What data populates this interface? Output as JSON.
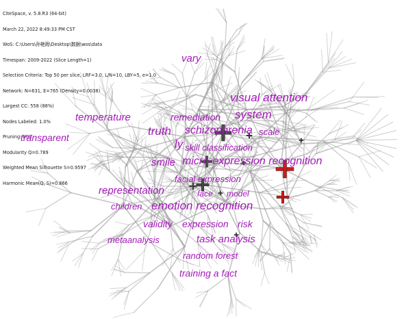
{
  "info_lines": [
    "CiteSpace, v. 5.8.R3 (64-bit)",
    "March 22, 2022 8:49:33 PM CST",
    "WoS: C:\\Users\\孙艳雨\\Desktop\\数据\\wos\\data",
    "Timespan: 2009-2022 (Slice Length=1)",
    "Selection Criteria: Top 50 per slice, LRF=3.0, L/N=10, LBY=5, e=1.0",
    "Network: N=631, E=765 (Density=0.0038)",
    "Largest CC: 558 (88%)",
    "Nodes Labeled: 1.0%",
    "Pruning: MST",
    "Modularity Q=0.789",
    "Weighted Mean Silhouette S=0.9597",
    "Harmonic Mean(Q, S)=0.866"
  ],
  "colors": {
    "label": "#a31ab8",
    "edge": "#9a9a9a",
    "node_dark": "#4a4a4a",
    "node_red": "#d11a1a"
  },
  "keywords": [
    {
      "text": "vary"
    },
    {
      "text": "visual attention"
    },
    {
      "text": "system"
    },
    {
      "text": "temperature"
    },
    {
      "text": "remediation"
    },
    {
      "text": "truth"
    },
    {
      "text": "schizophrenia"
    },
    {
      "text": "scale"
    },
    {
      "text": "transparent"
    },
    {
      "text": "ly"
    },
    {
      "text": "skill classification"
    },
    {
      "text": "smile"
    },
    {
      "text": "micro-expression recognition"
    },
    {
      "text": "facial expression"
    },
    {
      "text": "representation"
    },
    {
      "text": "face"
    },
    {
      "text": "model"
    },
    {
      "text": "children"
    },
    {
      "text": "emotion recognition"
    },
    {
      "text": "validity"
    },
    {
      "text": "expression"
    },
    {
      "text": "risk"
    },
    {
      "text": "metaanalysis"
    },
    {
      "text": "task analysis"
    },
    {
      "text": "random forest"
    },
    {
      "text": "training a fact"
    }
  ]
}
